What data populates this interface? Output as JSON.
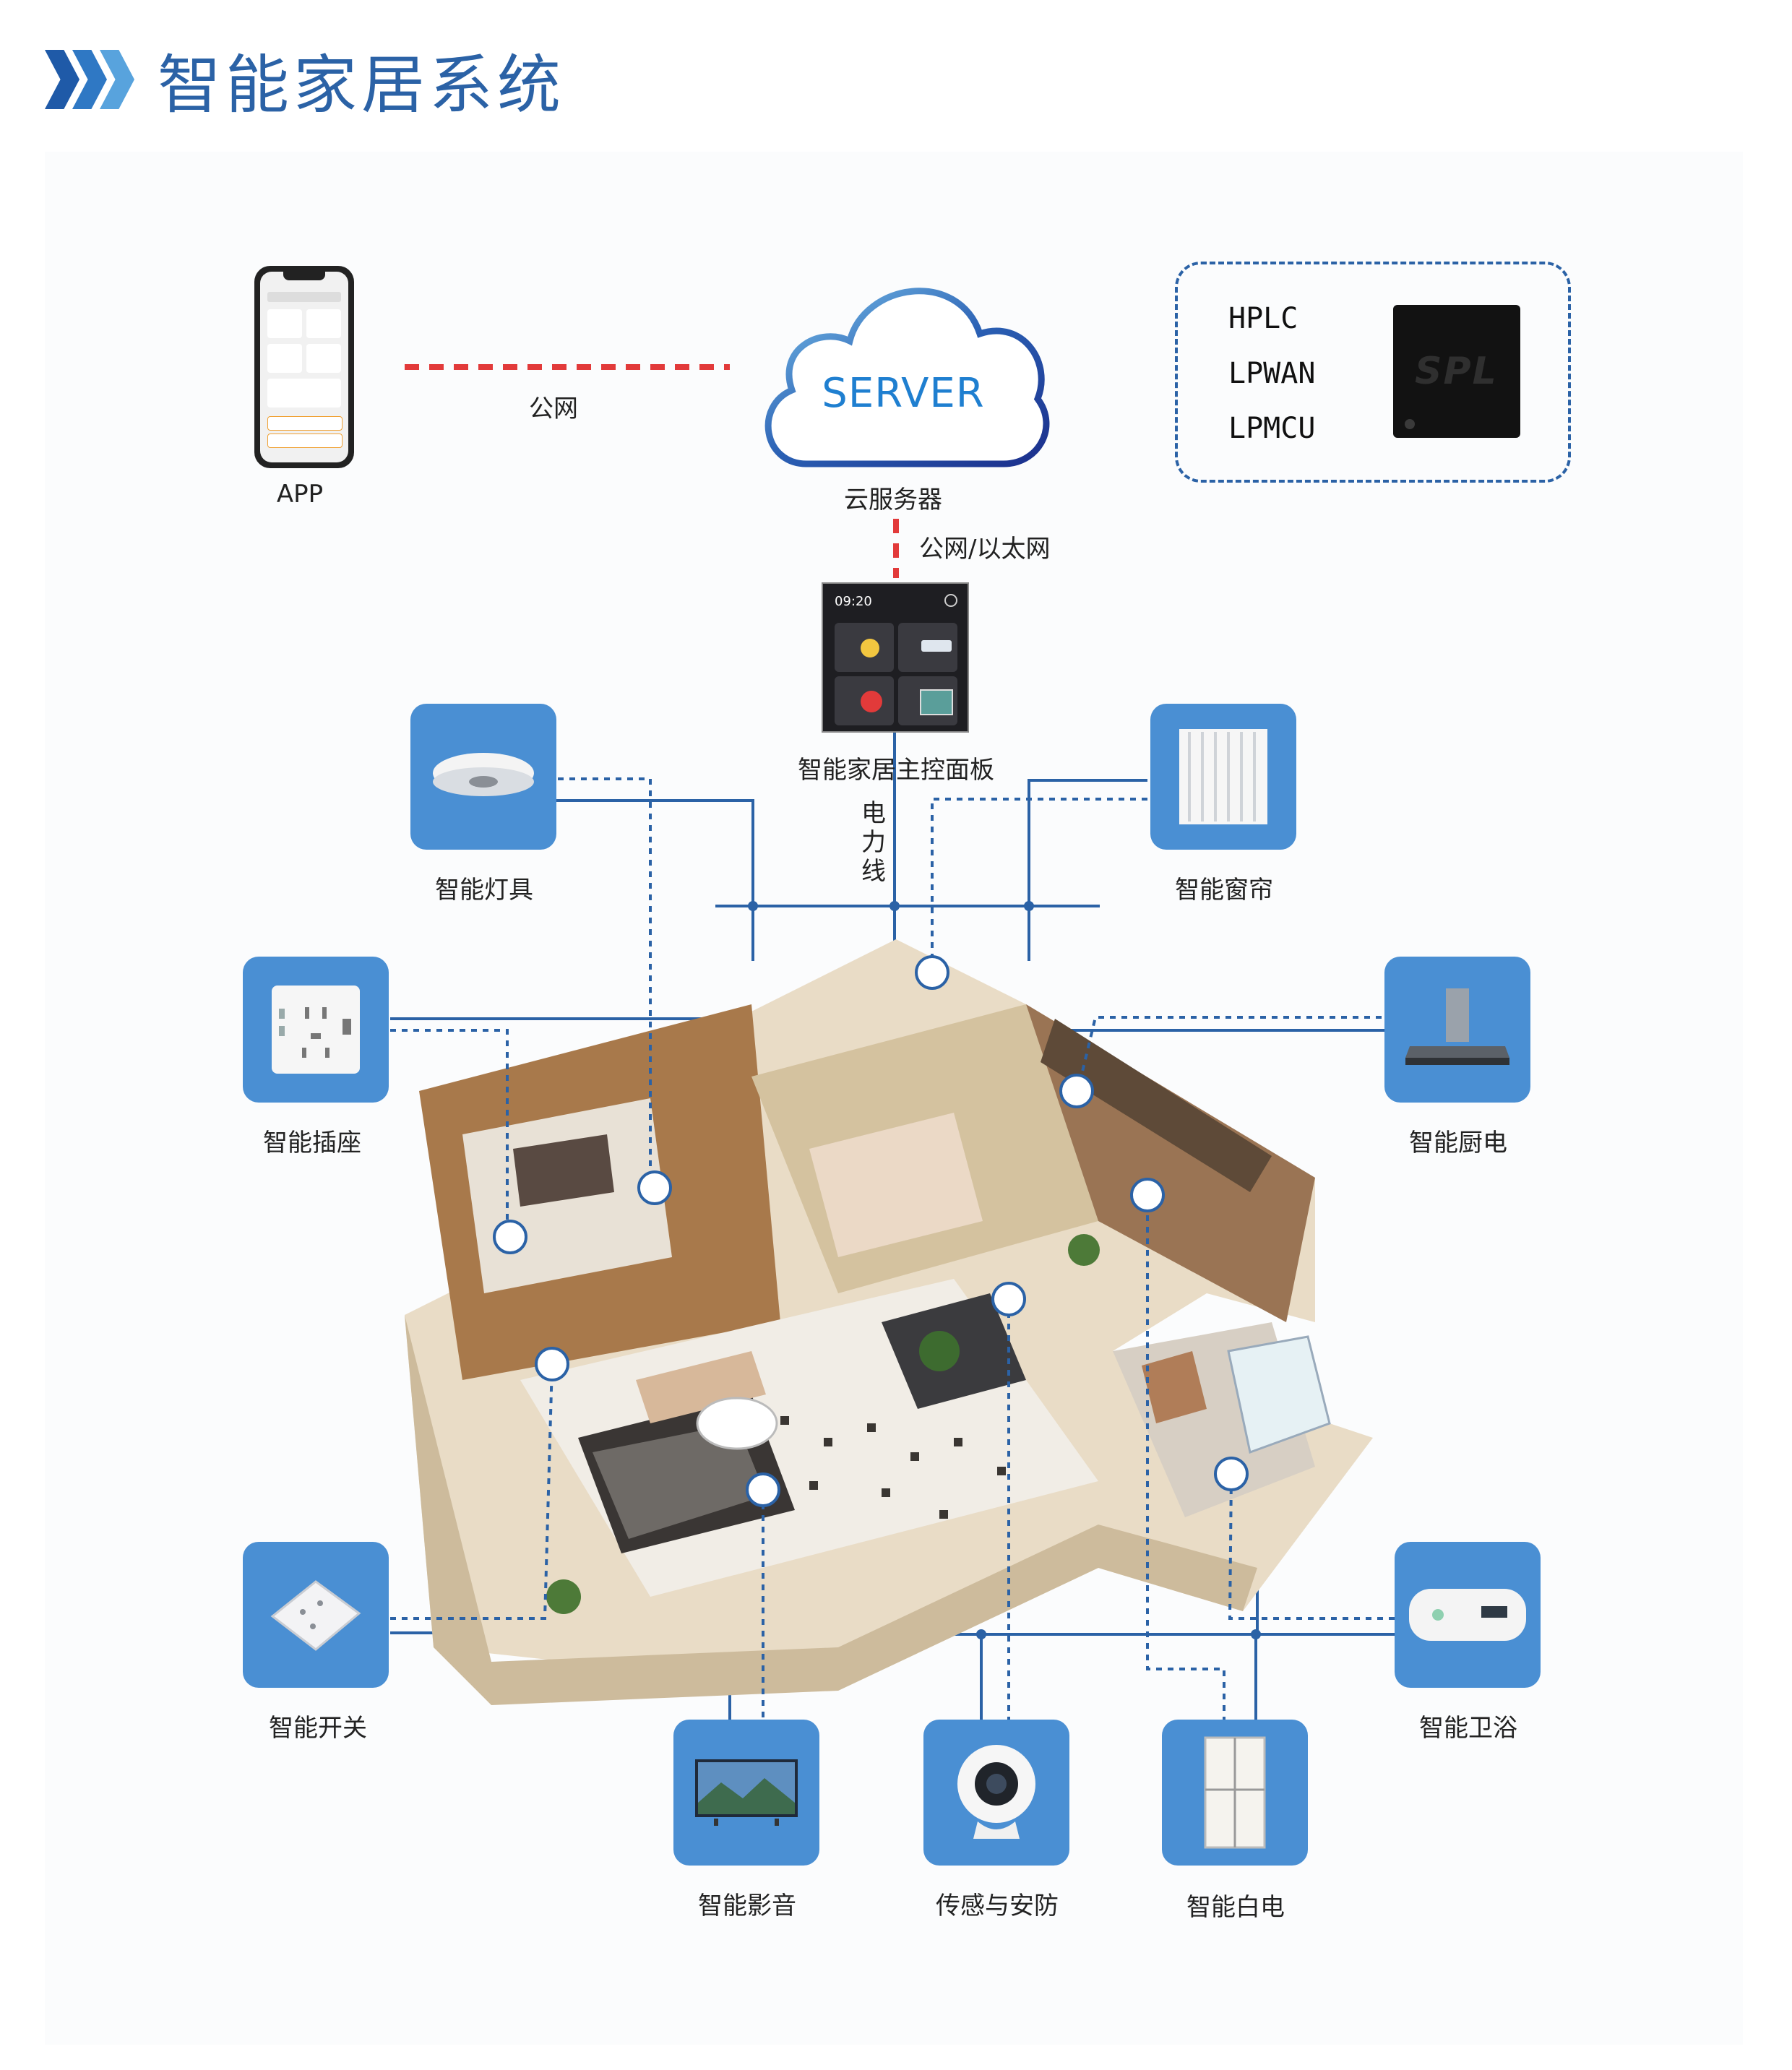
{
  "header": {
    "title": "智能家居系统"
  },
  "colors": {
    "accent": "#2b62a6",
    "card": "#4a8fd3",
    "power_line": "#2b62a6",
    "public_net": "#e23a3a",
    "chevron_1": "#1f5aa8",
    "chevron_2": "#2f78c4",
    "chevron_3": "#58a3dd"
  },
  "network": {
    "app_label": "APP",
    "public_net_label": "公网",
    "server_text": "SERVER",
    "cloud_label": "云服务器",
    "uplink_label": "公网/以太网",
    "protocols": [
      "HPLC",
      "LPWAN",
      "LPMCU"
    ],
    "chip_logo": "SPL",
    "control_panel_label": "智能家居主控面板",
    "power_line_label": "电力线"
  },
  "control_panel": {
    "time": "09:20"
  },
  "devices": [
    {
      "label": "智能灯具",
      "icon": "ceiling-light-icon"
    },
    {
      "label": "智能窗帘",
      "icon": "curtain-icon"
    },
    {
      "label": "智能插座",
      "icon": "socket-icon"
    },
    {
      "label": "智能厨电",
      "icon": "range-hood-icon"
    },
    {
      "label": "智能开关",
      "icon": "wall-switch-icon"
    },
    {
      "label": "智能卫浴",
      "icon": "water-heater-icon"
    },
    {
      "label": "智能影音",
      "icon": "tv-icon"
    },
    {
      "label": "传感与安防",
      "icon": "camera-icon"
    },
    {
      "label": "智能白电",
      "icon": "fridge-icon"
    }
  ]
}
